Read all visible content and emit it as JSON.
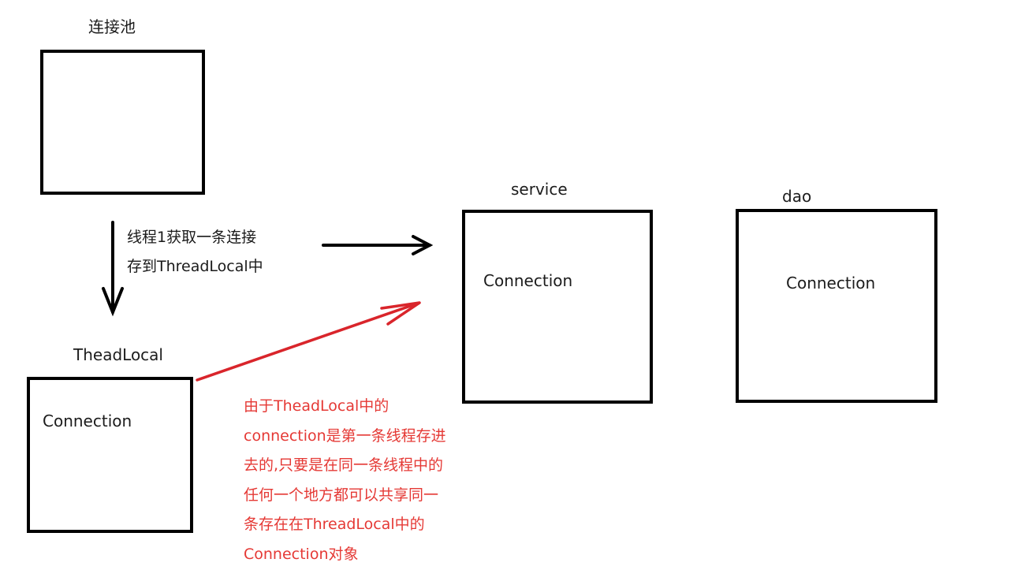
{
  "colors": {
    "box_border": "#000000",
    "text": "#1c1c1c",
    "annotation_red": "#e53935",
    "arrow_black": "#000000",
    "arrow_red": "#d9252b"
  },
  "nodes": {
    "pool": {
      "title": "连接池",
      "content": ""
    },
    "threadlocal": {
      "title": "TheadLocal",
      "content": "Connection"
    },
    "service": {
      "title": "service",
      "content": "Connection"
    },
    "dao": {
      "title": "dao",
      "content": "Connection"
    }
  },
  "edges": [
    {
      "from": "pool",
      "to": "threadlocal",
      "style": "black-arrow-down"
    },
    {
      "from": "threadlocal-text",
      "to": "service",
      "style": "black-arrow-right"
    },
    {
      "from": "threadlocal",
      "to": "service",
      "style": "red-arrow"
    }
  ],
  "annotations": {
    "step_note": {
      "lines": [
        "线程1获取一条连接",
        "存到ThreadLocal中"
      ]
    },
    "red_note": {
      "lines": [
        "由于TheadLocal中的",
        "connection是第一条线程存进",
        "去的,只要是在同一条线程中的",
        "任何一个地方都可以共享同一",
        "条存在在ThreadLocal中的",
        "Connection对象"
      ]
    }
  }
}
